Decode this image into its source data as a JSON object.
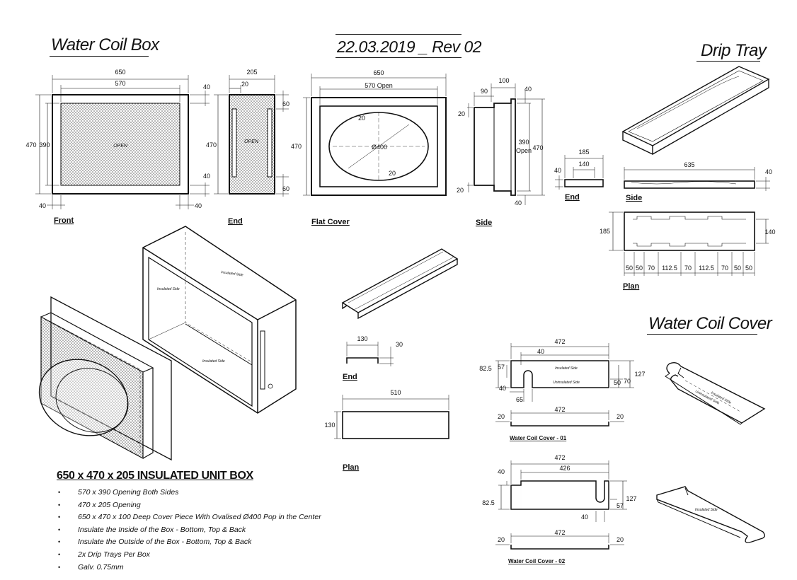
{
  "headers": {
    "water_coil_box": "Water Coil Box",
    "revision": "22.03.2019 _ Rev 02",
    "drip_tray": "Drip Tray",
    "water_coil_cover": "Water Coil Cover"
  },
  "views": {
    "front": "Front",
    "end": "End",
    "flat_cover": "Flat Cover",
    "side": "Side",
    "tray_end": "End",
    "tray_side": "Side",
    "tray_plan": "Plan",
    "channel_end": "End",
    "channel_plan": "Plan",
    "cover_01": "Water Coil Cover - 01",
    "cover_02": "Water Coil Cover - 02"
  },
  "labels": {
    "open": "OPEN",
    "open_570": "570 Open",
    "open_390": "Open",
    "dia_400": "Ø400",
    "insulated_side": "Insulated Side",
    "uninsulated_side": "Uninsulated Side"
  },
  "dims": {
    "front": {
      "w650": "650",
      "w570": "570",
      "h470": "470",
      "h390": "390",
      "t40a": "40",
      "t40b": "40",
      "b40a": "40",
      "b40b": "40"
    },
    "end": {
      "w205": "205",
      "w20": "20",
      "h470": "470",
      "d60a": "60",
      "d60b": "60"
    },
    "flat_cover": {
      "w650": "650",
      "c20a": "20",
      "c20b": "20",
      "h470": "470"
    },
    "side": {
      "d100": "100",
      "d90": "90",
      "d40a": "40",
      "d20a": "20",
      "d390": "390",
      "d470": "470",
      "d20b": "20",
      "d40b": "40"
    },
    "tray_end": {
      "w185": "185",
      "w140": "140",
      "h40": "40"
    },
    "tray_side": {
      "w635": "635",
      "h40": "40"
    },
    "tray_plan": {
      "h185": "185",
      "h140": "140",
      "segments": [
        "50",
        "50",
        "70",
        "112.5",
        "70",
        "112.5",
        "70",
        "50",
        "50"
      ]
    },
    "channel_end": {
      "w130": "130",
      "h30": "30"
    },
    "channel_plan": {
      "w510": "510",
      "h130": "130"
    },
    "cover1": {
      "w472": "472",
      "w40": "40",
      "h82": "82.5",
      "h57": "57",
      "h127": "127",
      "d70": "70",
      "d50": "50",
      "d40": "40",
      "d65": "65"
    },
    "cover1_plan": {
      "w472": "472",
      "l20": "20",
      "r20": "20"
    },
    "cover2": {
      "w472": "472",
      "w426": "426",
      "d40a": "40",
      "h82": "82.5",
      "h127": "127",
      "h57": "57",
      "d40b": "40"
    },
    "cover2_plan": {
      "w472": "472",
      "l20": "20",
      "r20": "20"
    }
  },
  "notes": {
    "title": "650 x 470 x 205 INSULATED UNIT BOX",
    "items": [
      "570 x 390 Opening Both  Sides",
      "470 x 205 Opening",
      "650 x 470 x 100 Deep Cover Piece With Ovalised Ø400 Pop in the Center",
      "Insulate the Inside of the  Box - Bottom, Top & Back",
      "Insulate the Outside of the Box - Bottom, Top & Back",
      "2x Drip Trays Per Box",
      "Galv. 0.75mm"
    ]
  }
}
